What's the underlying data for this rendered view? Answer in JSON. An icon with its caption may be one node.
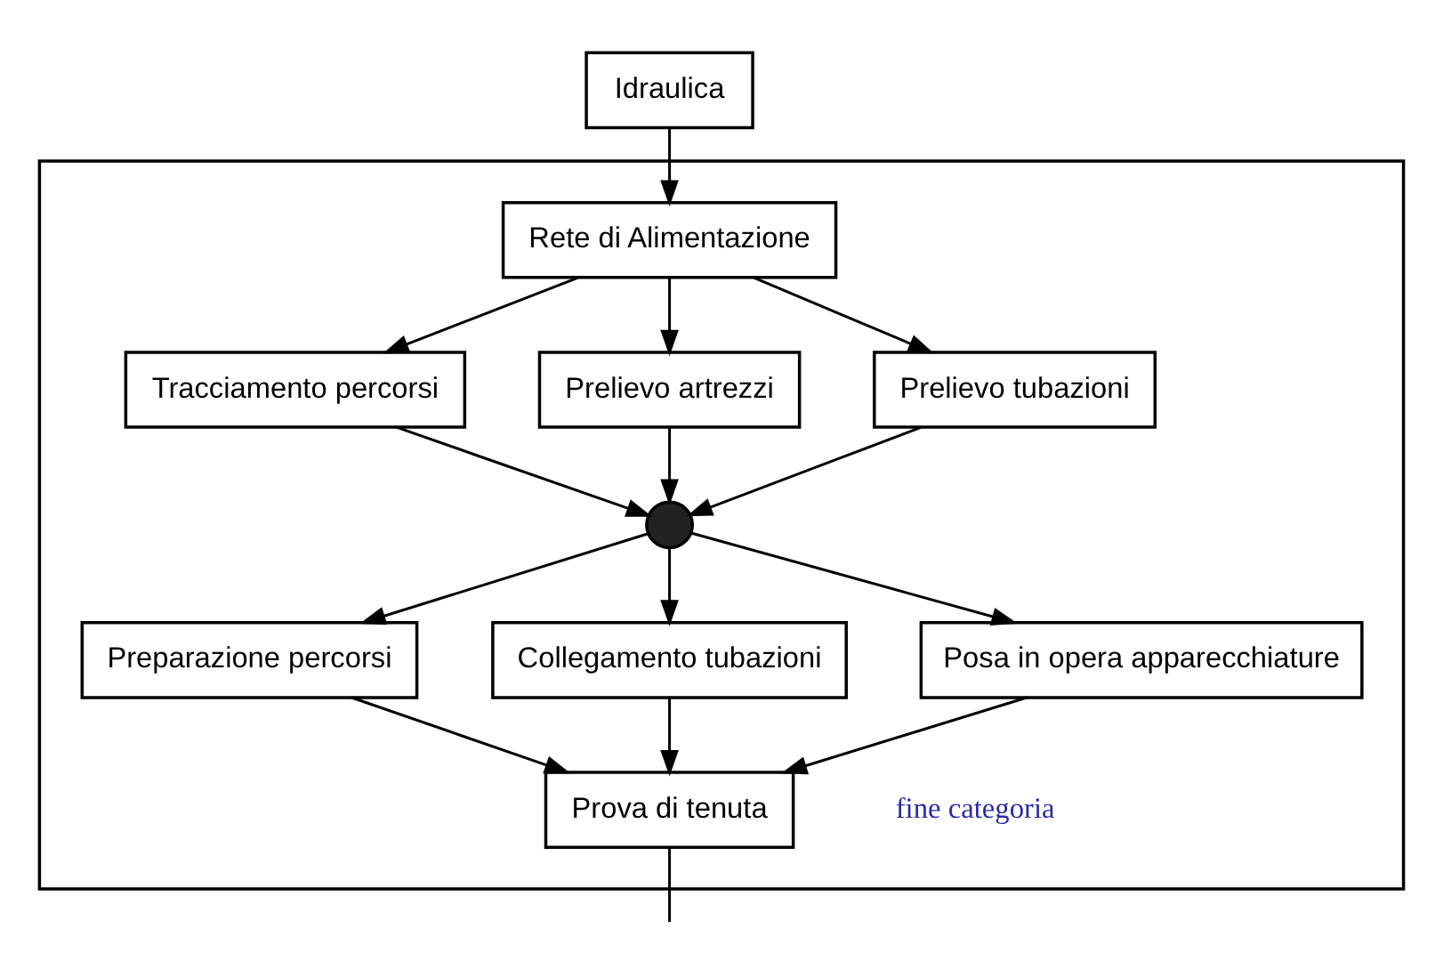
{
  "diagram": {
    "nodes": [
      {
        "text": [
          "Idraulica"
        ]
      },
      {
        "text": [],
        "shape": "box"
      },
      {
        "text": [
          "Rete di Alimentazione"
        ],
        "in": 1
      },
      {
        "text": [
          "Tracciamento percorsi"
        ],
        "in": 1
      },
      {
        "text": [
          "Prelievo artrezzi"
        ],
        "in": 1
      },
      {
        "text": [
          "Prelievo tubazioni"
        ],
        "in": 1
      },
      {
        "text": [],
        "shape": "circle",
        "in": 1
      },
      {
        "text": [
          "Preparazione percorsi"
        ],
        "in": 1
      },
      {
        "text": [
          "Collegamento tubazioni"
        ],
        "in": 1
      },
      {
        "text": [
          "Posa in opera apparecchiature"
        ],
        "in": 1
      },
      {
        "text": [
          "Prova di tenuta"
        ],
        "in": 1
      }
    ],
    "edges": [
      {
        "from": 0,
        "to": 2,
        "arrow": "to"
      },
      {
        "from": 2,
        "to": 3,
        "arrow": "to"
      },
      {
        "from": 2,
        "to": 4,
        "arrow": "to"
      },
      {
        "from": 2,
        "to": 5,
        "arrow": "to"
      },
      {
        "from": 3,
        "to": 6,
        "arrow": "to"
      },
      {
        "from": 4,
        "to": 6,
        "arrow": "to"
      },
      {
        "from": 5,
        "to": 6,
        "arrow": "to"
      },
      {
        "from": 6,
        "to": 7,
        "arrow": "to"
      },
      {
        "from": 6,
        "to": 8,
        "arrow": "to"
      },
      {
        "from": 6,
        "to": 9,
        "arrow": "to"
      },
      {
        "from": 7,
        "to": 10,
        "arrow": "to"
      },
      {
        "from": 8,
        "to": 10,
        "arrow": "to"
      },
      {
        "from": 9,
        "to": 10,
        "arrow": "to"
      },
      {
        "from": 10,
        "to": null,
        "arrow": "none"
      }
    ],
    "labels": [
      "fine categoria"
    ]
  }
}
